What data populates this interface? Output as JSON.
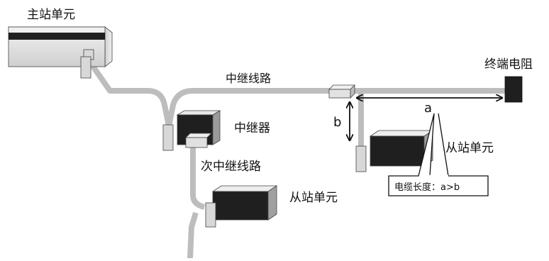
{
  "labels": {
    "master_unit": "主站单元",
    "trunk_line": "中继线路",
    "terminator": "终端电阻",
    "repeater": "中继器",
    "sub_trunk_line": "次中继线路",
    "slave_unit_upper": "从站单元",
    "slave_unit_lower": "从站单元",
    "dim_a": "a",
    "dim_b": "b",
    "cable_note": "电缆长度：a>b"
  },
  "colors": {
    "cable": "#bdbdbd",
    "device_body": "#1f1f1f",
    "device_light": "#e6e6e6",
    "outline": "#222222"
  }
}
